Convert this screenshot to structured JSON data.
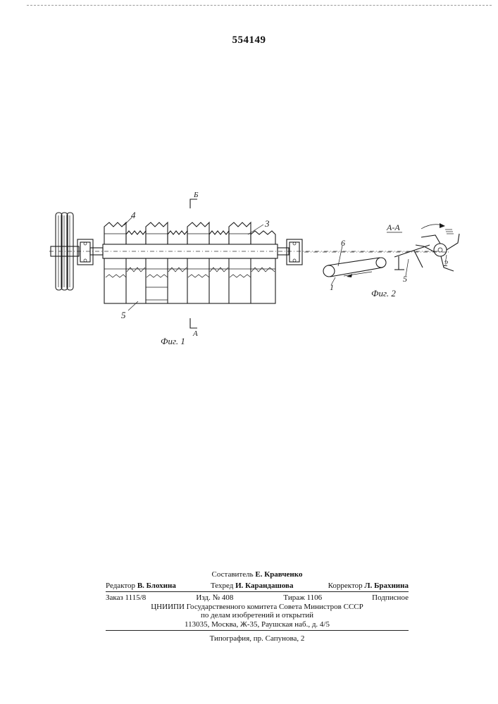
{
  "header": {
    "patent_number": "554149"
  },
  "figure": {
    "fig1_caption": "Фиг. 1",
    "fig2_caption": "Фиг. 2",
    "section_title": "А-А",
    "section_mark_top": "Б",
    "section_mark_bottom": "А",
    "labels": {
      "l1": "1",
      "l2": "2",
      "l3": "3",
      "l4": "4",
      "l5": "5",
      "l5b": "5",
      "l6": "6"
    }
  },
  "imprint": {
    "compiler_role": "Составитель",
    "compiler_name": "Е. Кравченко",
    "editor_role": "Редактор",
    "editor_name": "В. Блохина",
    "techred_role": "Техред",
    "techred_name": "И. Карандашова",
    "corrector_role": "Корректор",
    "corrector_name": "Л. Брахнина",
    "order": "Заказ 1115/8",
    "edition": "Изд. № 408",
    "circulation": "Тираж 1106",
    "subscription": "Подписное",
    "org_line1": "ЦНИИПИ Государственного комитета Совета Министров СССР",
    "org_line2": "по делам изобретений и открытий",
    "address": "113035, Москва, Ж-35, Раушская наб., д. 4/5",
    "printer": "Типография, пр. Сапунова, 2"
  }
}
